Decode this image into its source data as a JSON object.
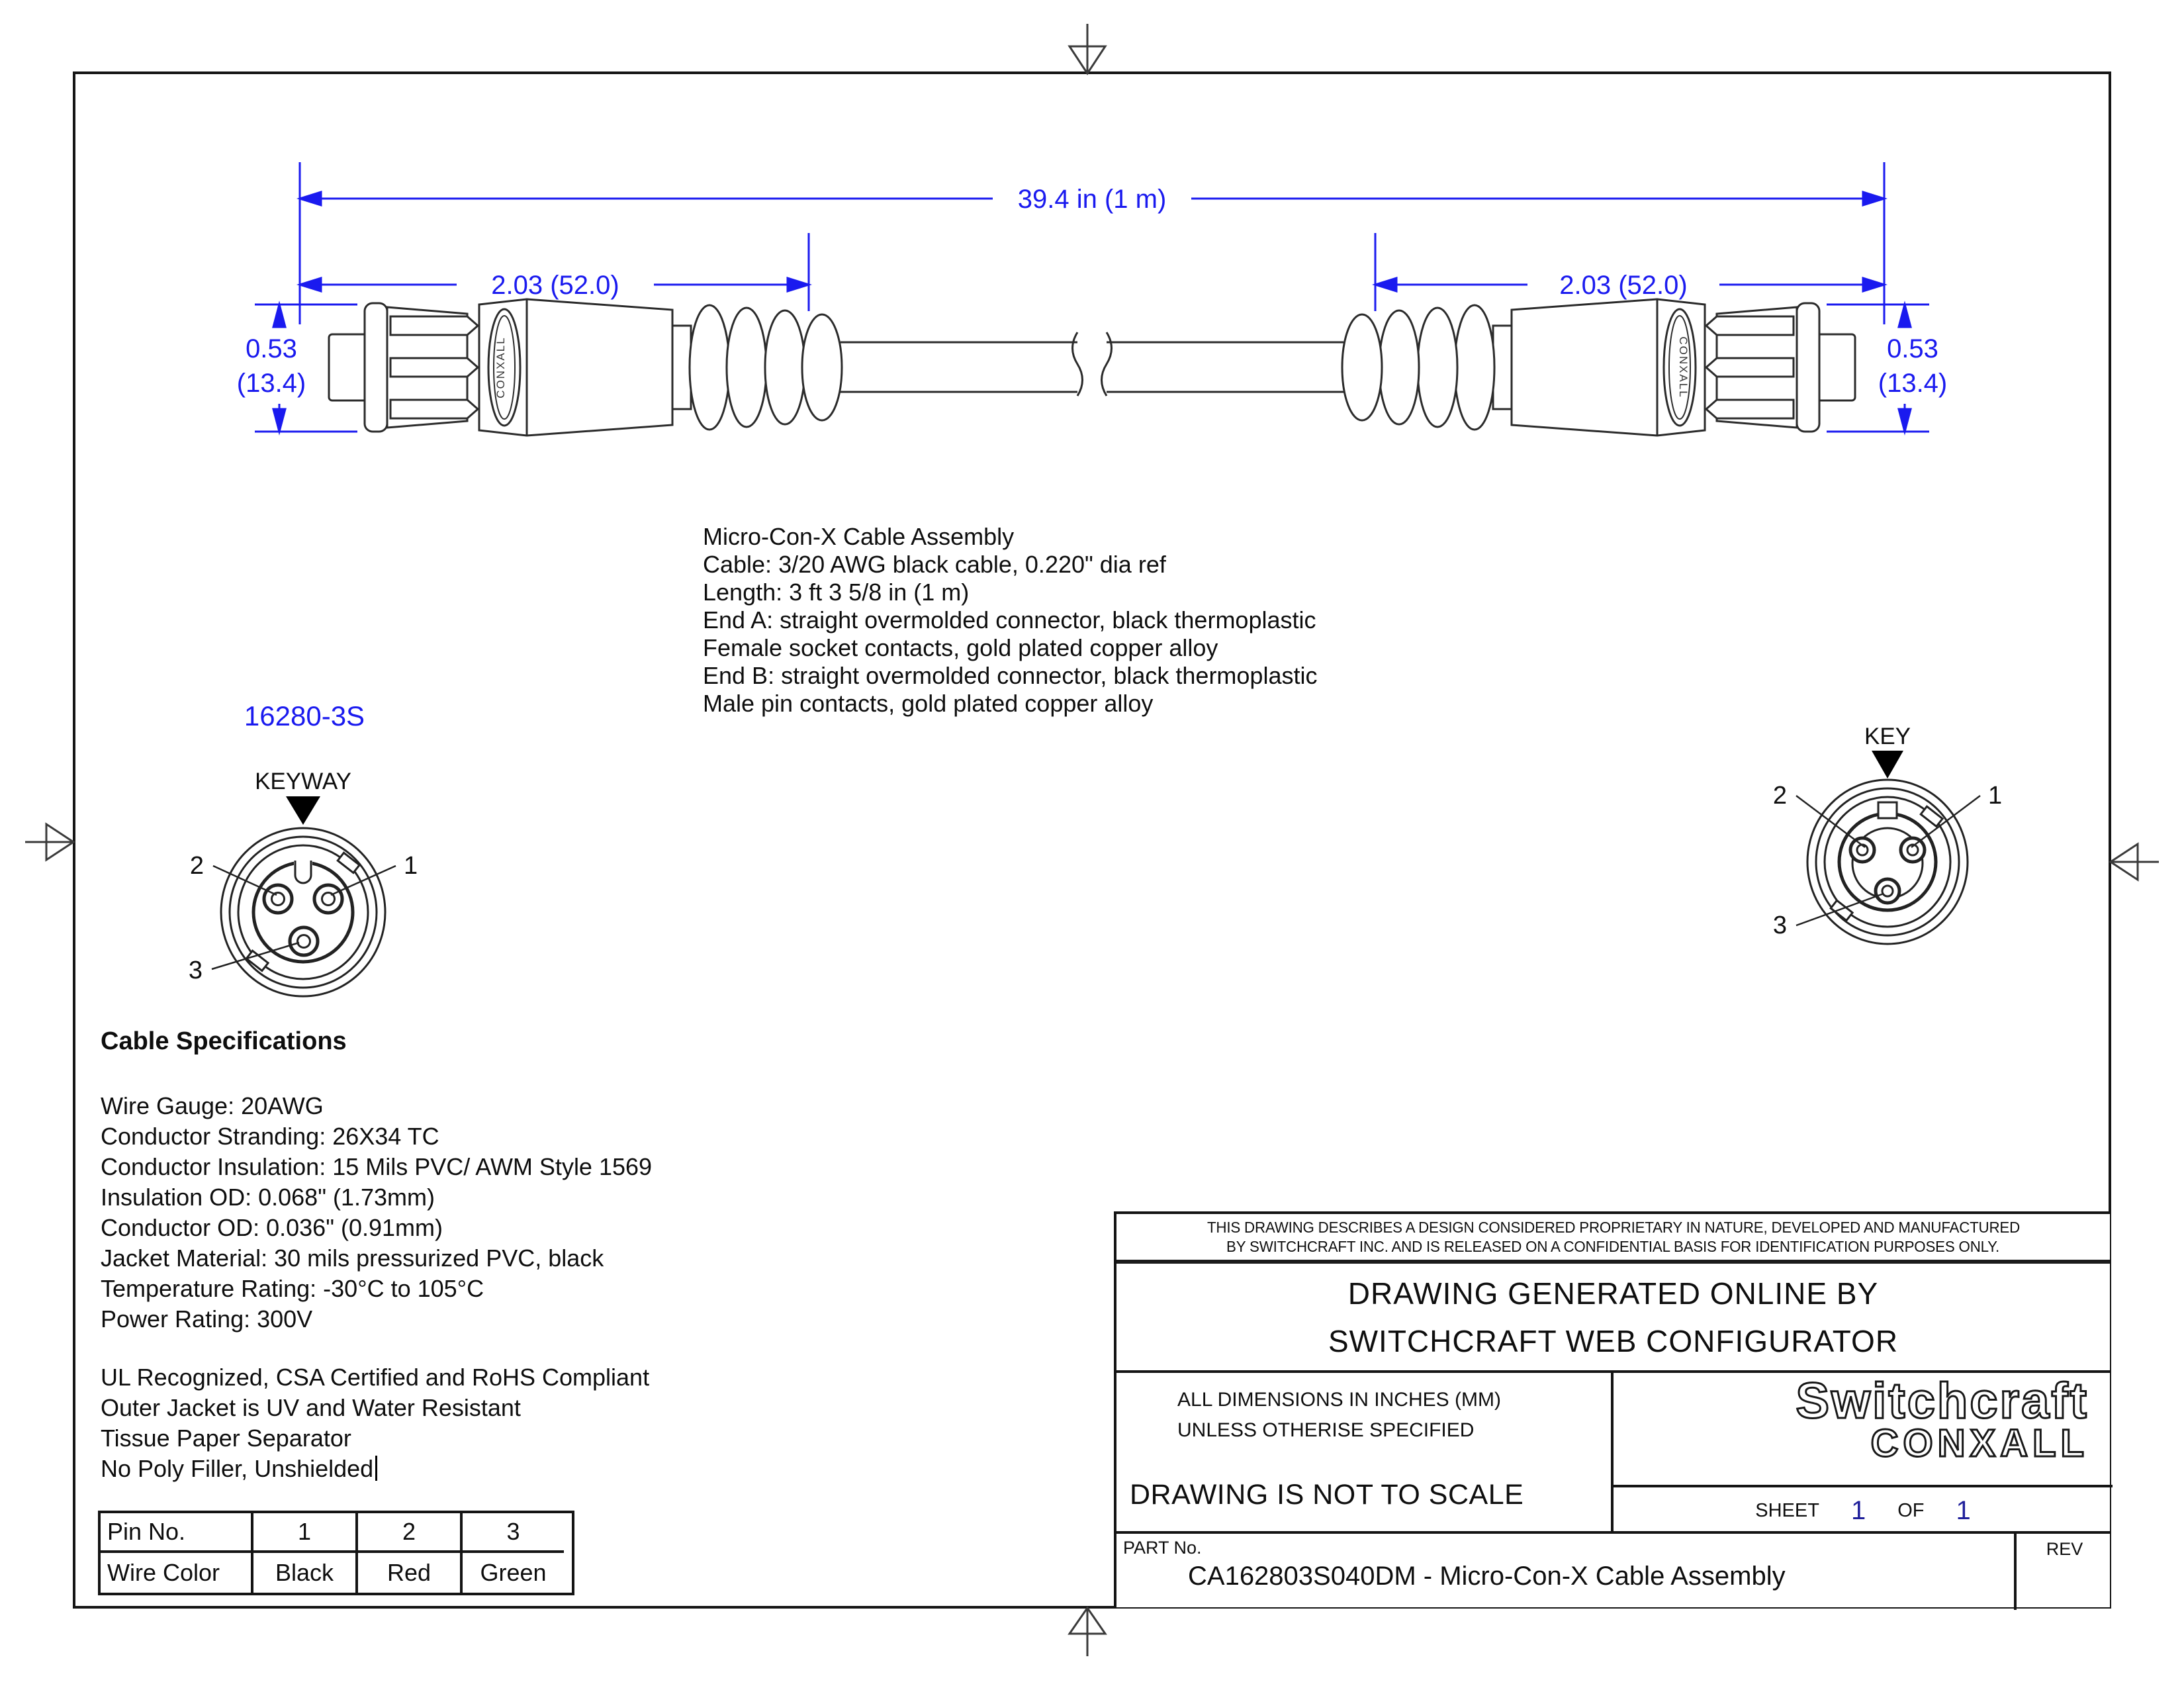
{
  "dimensions": {
    "overall": "39.4 in (1 m)",
    "end_a_length": "2.03 (52.0)",
    "end_b_length": "2.03 (52.0)",
    "dia_a_in": "0.53",
    "dia_a_mm": "(13.4)",
    "dia_b_in": "0.53",
    "dia_b_mm": "(13.4)",
    "dim_color": "#1a1aef"
  },
  "description": {
    "lines": [
      "Micro-Con-X Cable Assembly",
      "Cable: 3/20 AWG black cable, 0.220\" dia ref",
      "Length: 3 ft 3 5/8 in (1 m)",
      "End A: straight overmolded connector, black thermoplastic",
      "Female socket contacts, gold plated copper alloy",
      "End B: straight overmolded connector, black thermoplastic",
      "Male pin contacts, gold plated copper alloy"
    ]
  },
  "connector_a": {
    "part_no": "16280-3S",
    "key_label": "KEYWAY",
    "pin1": "1",
    "pin2": "2",
    "pin3": "3",
    "brand": "CONXALL"
  },
  "connector_b": {
    "key_label": "KEY",
    "pin1": "1",
    "pin2": "2",
    "pin3": "3",
    "brand": "CONXALL"
  },
  "cable_specs": {
    "title": "Cable Specifications",
    "lines": [
      "Wire Gauge: 20AWG",
      "Conductor Stranding: 26X34 TC",
      "Conductor Insulation: 15 Mils PVC/ AWM Style 1569",
      "Insulation OD: 0.068\" (1.73mm)",
      "Conductor OD: 0.036\" (0.91mm)",
      "Jacket Material: 30 mils pressurized PVC, black",
      "Temperature Rating: -30°C to 105°C",
      "Power Rating: 300V"
    ],
    "notes": [
      "UL Recognized, CSA Certified and RoHS Compliant",
      "Outer Jacket is UV and Water Resistant",
      "Tissue Paper Separator",
      "No Poly Filler, Unshielded"
    ]
  },
  "pin_table": {
    "rows": [
      [
        "Pin No.",
        "1",
        "2",
        "3"
      ],
      [
        "Wire Color",
        "Black",
        "Red",
        "Green"
      ]
    ]
  },
  "title_block": {
    "proprietary_line1": "THIS DRAWING DESCRIBES A DESIGN CONSIDERED PROPRIETARY IN NATURE, DEVELOPED AND MANUFACTURED",
    "proprietary_line2": "BY SWITCHCRAFT INC. AND IS RELEASED ON A CONFIDENTIAL BASIS FOR IDENTIFICATION PURPOSES ONLY.",
    "generated_line1": "DRAWING GENERATED ONLINE BY",
    "generated_line2": "SWITCHCRAFT WEB CONFIGURATOR",
    "dims_note_line1": "ALL DIMENSIONS IN INCHES (MM)",
    "dims_note_line2": "UNLESS OTHERISE SPECIFIED",
    "scale_note": "DRAWING IS NOT TO SCALE",
    "logo_line1": "Switchcraft",
    "logo_line2": "CONXALL",
    "sheet_label": "SHEET",
    "sheet_num": "1",
    "of_label": "OF",
    "sheet_total": "1",
    "part_label": "PART No.",
    "part_value": "CA162803S040DM - Micro-Con-X Cable Assembly",
    "rev_label": "REV"
  }
}
